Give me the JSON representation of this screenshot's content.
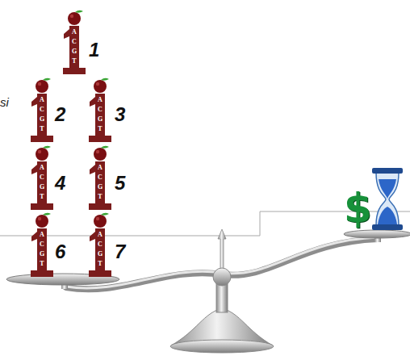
{
  "diagram": {
    "nodes": [
      {
        "text": [
          "A C G T"
        ]
      },
      {
        "text": [
          "A C G T"
        ]
      },
      {
        "text": [
          "A C G T"
        ]
      },
      {
        "text": [
          "A C G T"
        ]
      },
      {
        "text": [
          "A C G T"
        ]
      },
      {
        "text": [
          "A C G T"
        ]
      },
      {
        "text": [
          "A C G T"
        ]
      }
    ],
    "labels": [
      "si",
      "1",
      "2",
      "3",
      "4",
      "5",
      "6",
      "7",
      "$"
    ]
  }
}
